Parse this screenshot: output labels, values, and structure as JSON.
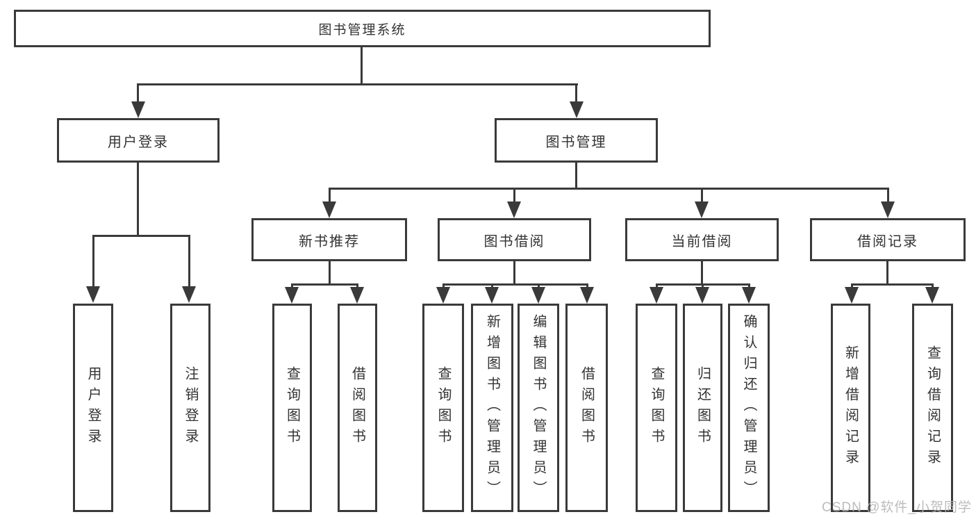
{
  "diagram": {
    "root": {
      "label": "图书管理系统"
    },
    "level1": [
      {
        "label": "用户登录"
      },
      {
        "label": "图书管理"
      }
    ],
    "level2": [
      {
        "label": "新书推荐"
      },
      {
        "label": "图书借阅"
      },
      {
        "label": "当前借阅"
      },
      {
        "label": "借阅记录"
      }
    ],
    "leaves": {
      "user_login": [
        {
          "label": "用户登录"
        },
        {
          "label": "注销登录"
        }
      ],
      "new_book_recommend": [
        {
          "label": "查询图书"
        },
        {
          "label": "借阅图书"
        }
      ],
      "book_borrow": [
        {
          "label": "查询图书"
        },
        {
          "label": "新增图书（管理员）"
        },
        {
          "label": "编辑图书（管理员）"
        },
        {
          "label": "借阅图书"
        }
      ],
      "current_borrow": [
        {
          "label": "查询图书"
        },
        {
          "label": "归还图书"
        },
        {
          "label": "确认归还（管理员）"
        }
      ],
      "borrow_records": [
        {
          "label": "新增借阅记录"
        },
        {
          "label": "查询借阅记录"
        }
      ]
    }
  },
  "watermark": {
    "text": "CSDN @软件_小贺同学"
  },
  "colors": {
    "line": "#3a3a3a",
    "text": "#333333",
    "background": "#ffffff",
    "watermark": "#b5b5b5"
  }
}
